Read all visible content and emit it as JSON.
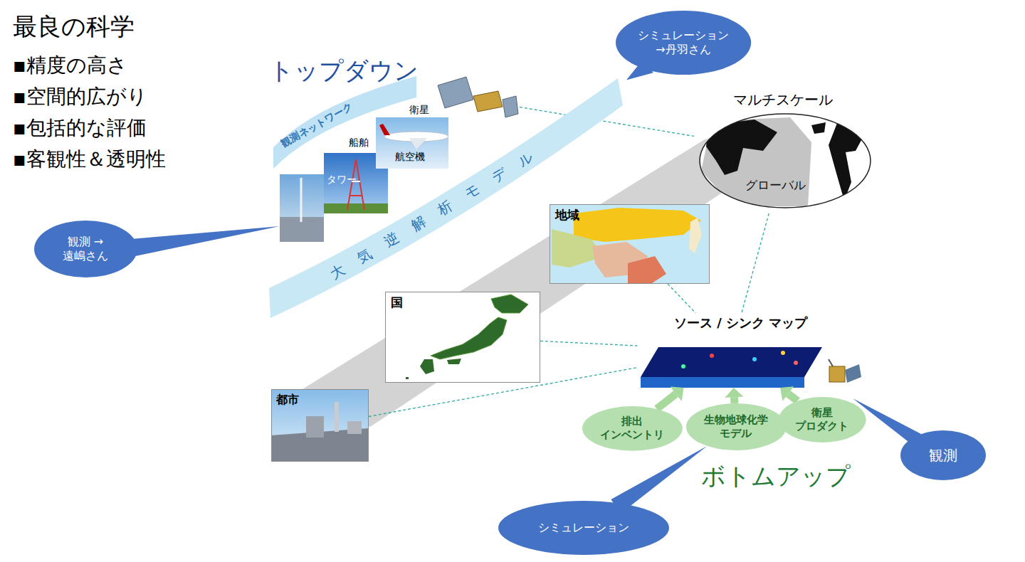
{
  "diagram": {
    "title": "最良の科学",
    "nodes": [
      {
        "text": [
          "観測ネットワーク"
        ]
      },
      {
        "text": [
          "大気逆解析モデル"
        ]
      },
      {
        "text": [
          "船舶",
          "タワー"
        ]
      },
      {
        "text": [
          "航空機"
        ]
      },
      {
        "text": [
          "衛星"
        ]
      },
      {
        "text": [
          "シミュレーション →丹羽さん"
        ]
      },
      {
        "text": [
          "マルチスケール",
          "グローバル"
        ]
      },
      {
        "text": [
          "観測 →遠嶋さん"
        ]
      },
      {
        "text": [
          "地域"
        ]
      },
      {
        "text": [
          "国"
        ]
      },
      {
        "text": [
          "ソース / シンク マップ"
        ]
      },
      {
        "text": [
          "都市"
        ]
      },
      {
        "text": [
          "排出 インベントリ"
        ]
      },
      {
        "text": [
          "生物地球化学 モデル"
        ]
      },
      {
        "text": [
          "衛星 プロダクト"
        ]
      },
      {
        "text": [
          "観測"
        ]
      },
      {
        "text": [
          "シミュレーション"
        ]
      }
    ],
    "edges": [
      {
        "from": 12,
        "to": 10,
        "arrow": "to"
      },
      {
        "from": 13,
        "to": 10,
        "arrow": "to"
      },
      {
        "from": 14,
        "to": 10,
        "arrow": "to"
      },
      {
        "from": 11,
        "to": 10,
        "arrow": "none"
      },
      {
        "from": 9,
        "to": 10,
        "arrow": "none"
      },
      {
        "from": 8,
        "to": 10,
        "arrow": "none"
      },
      {
        "from": 6,
        "to": 10,
        "arrow": "none"
      },
      {
        "from": 4,
        "to": 6,
        "arrow": "none"
      },
      {
        "from": 5,
        "to": 1,
        "arrow": "none"
      },
      {
        "from": 16,
        "to": 13,
        "arrow": "none"
      }
    ],
    "labels": [
      "▪精度の高さ",
      "▪空間的広がり",
      "▪包括的な評価",
      "▪客観性＆透明性",
      "トップダウン",
      "ボトムアップ"
    ]
  }
}
